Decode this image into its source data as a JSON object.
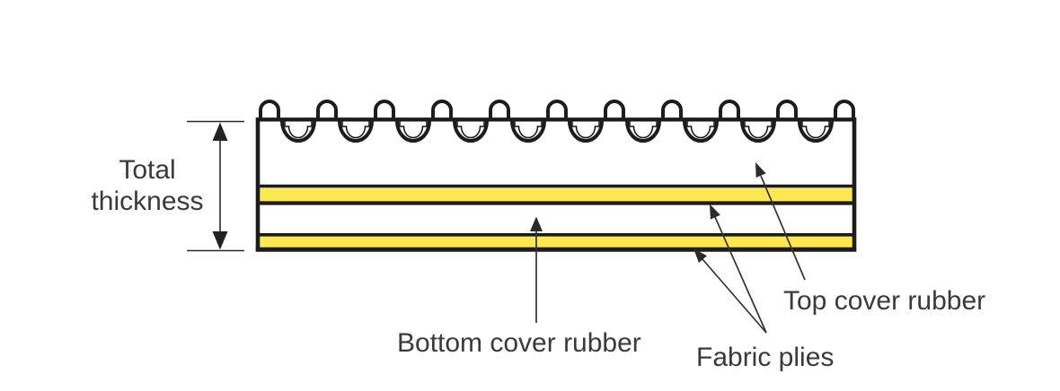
{
  "labels": {
    "total_thickness_line1": "Total",
    "total_thickness_line2": "thickness",
    "top_cover": "Top cover rubber",
    "bottom_cover": "Bottom cover rubber",
    "fabric_plies": "Fabric plies"
  },
  "colors": {
    "background": "#FFFFFF",
    "outline": "#1C1C1C",
    "fabric_ply_fill": "#FCE84F",
    "annotation_line": "#333333",
    "dimension_line": "#2A2A2A",
    "text": "#3A3A3A"
  }
}
